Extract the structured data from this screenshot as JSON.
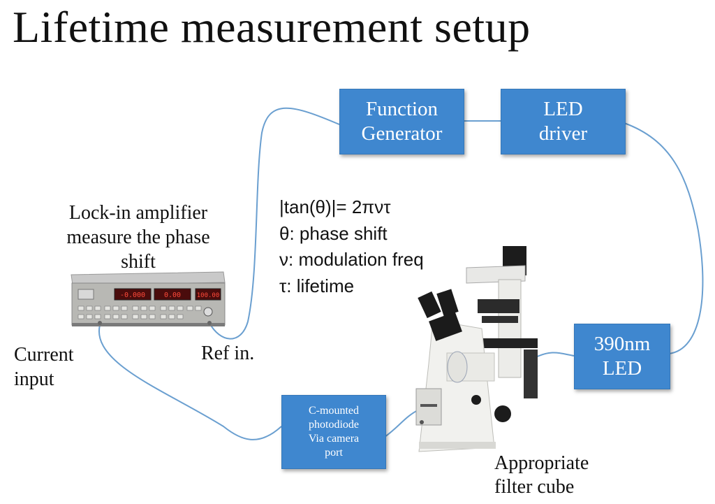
{
  "title": "Lifetime measurement setup",
  "boxes": {
    "function_generator": [
      "Function",
      "Generator"
    ],
    "led_driver": [
      "LED",
      "driver"
    ],
    "led_390": [
      "390nm",
      "LED"
    ],
    "photodiode": [
      "C-mounted",
      "photodiode",
      "Via camera",
      "port"
    ]
  },
  "labels": {
    "lockin": [
      "Lock-in amplifier",
      "measure the phase",
      "shift"
    ],
    "current_input": [
      "Current",
      "input"
    ],
    "ref_in": "Ref in.",
    "filter_cube": [
      "Appropriate",
      "filter cube"
    ]
  },
  "equations": [
    "|tan(θ)|= 2πντ",
    "θ: phase shift",
    "ν: modulation freq",
    "τ: lifetime"
  ],
  "lockin_display": [
    "-0.000",
    "0.00",
    "100.00"
  ],
  "colors": {
    "box": "#3f87cf",
    "wire": "#6a9fd0"
  }
}
